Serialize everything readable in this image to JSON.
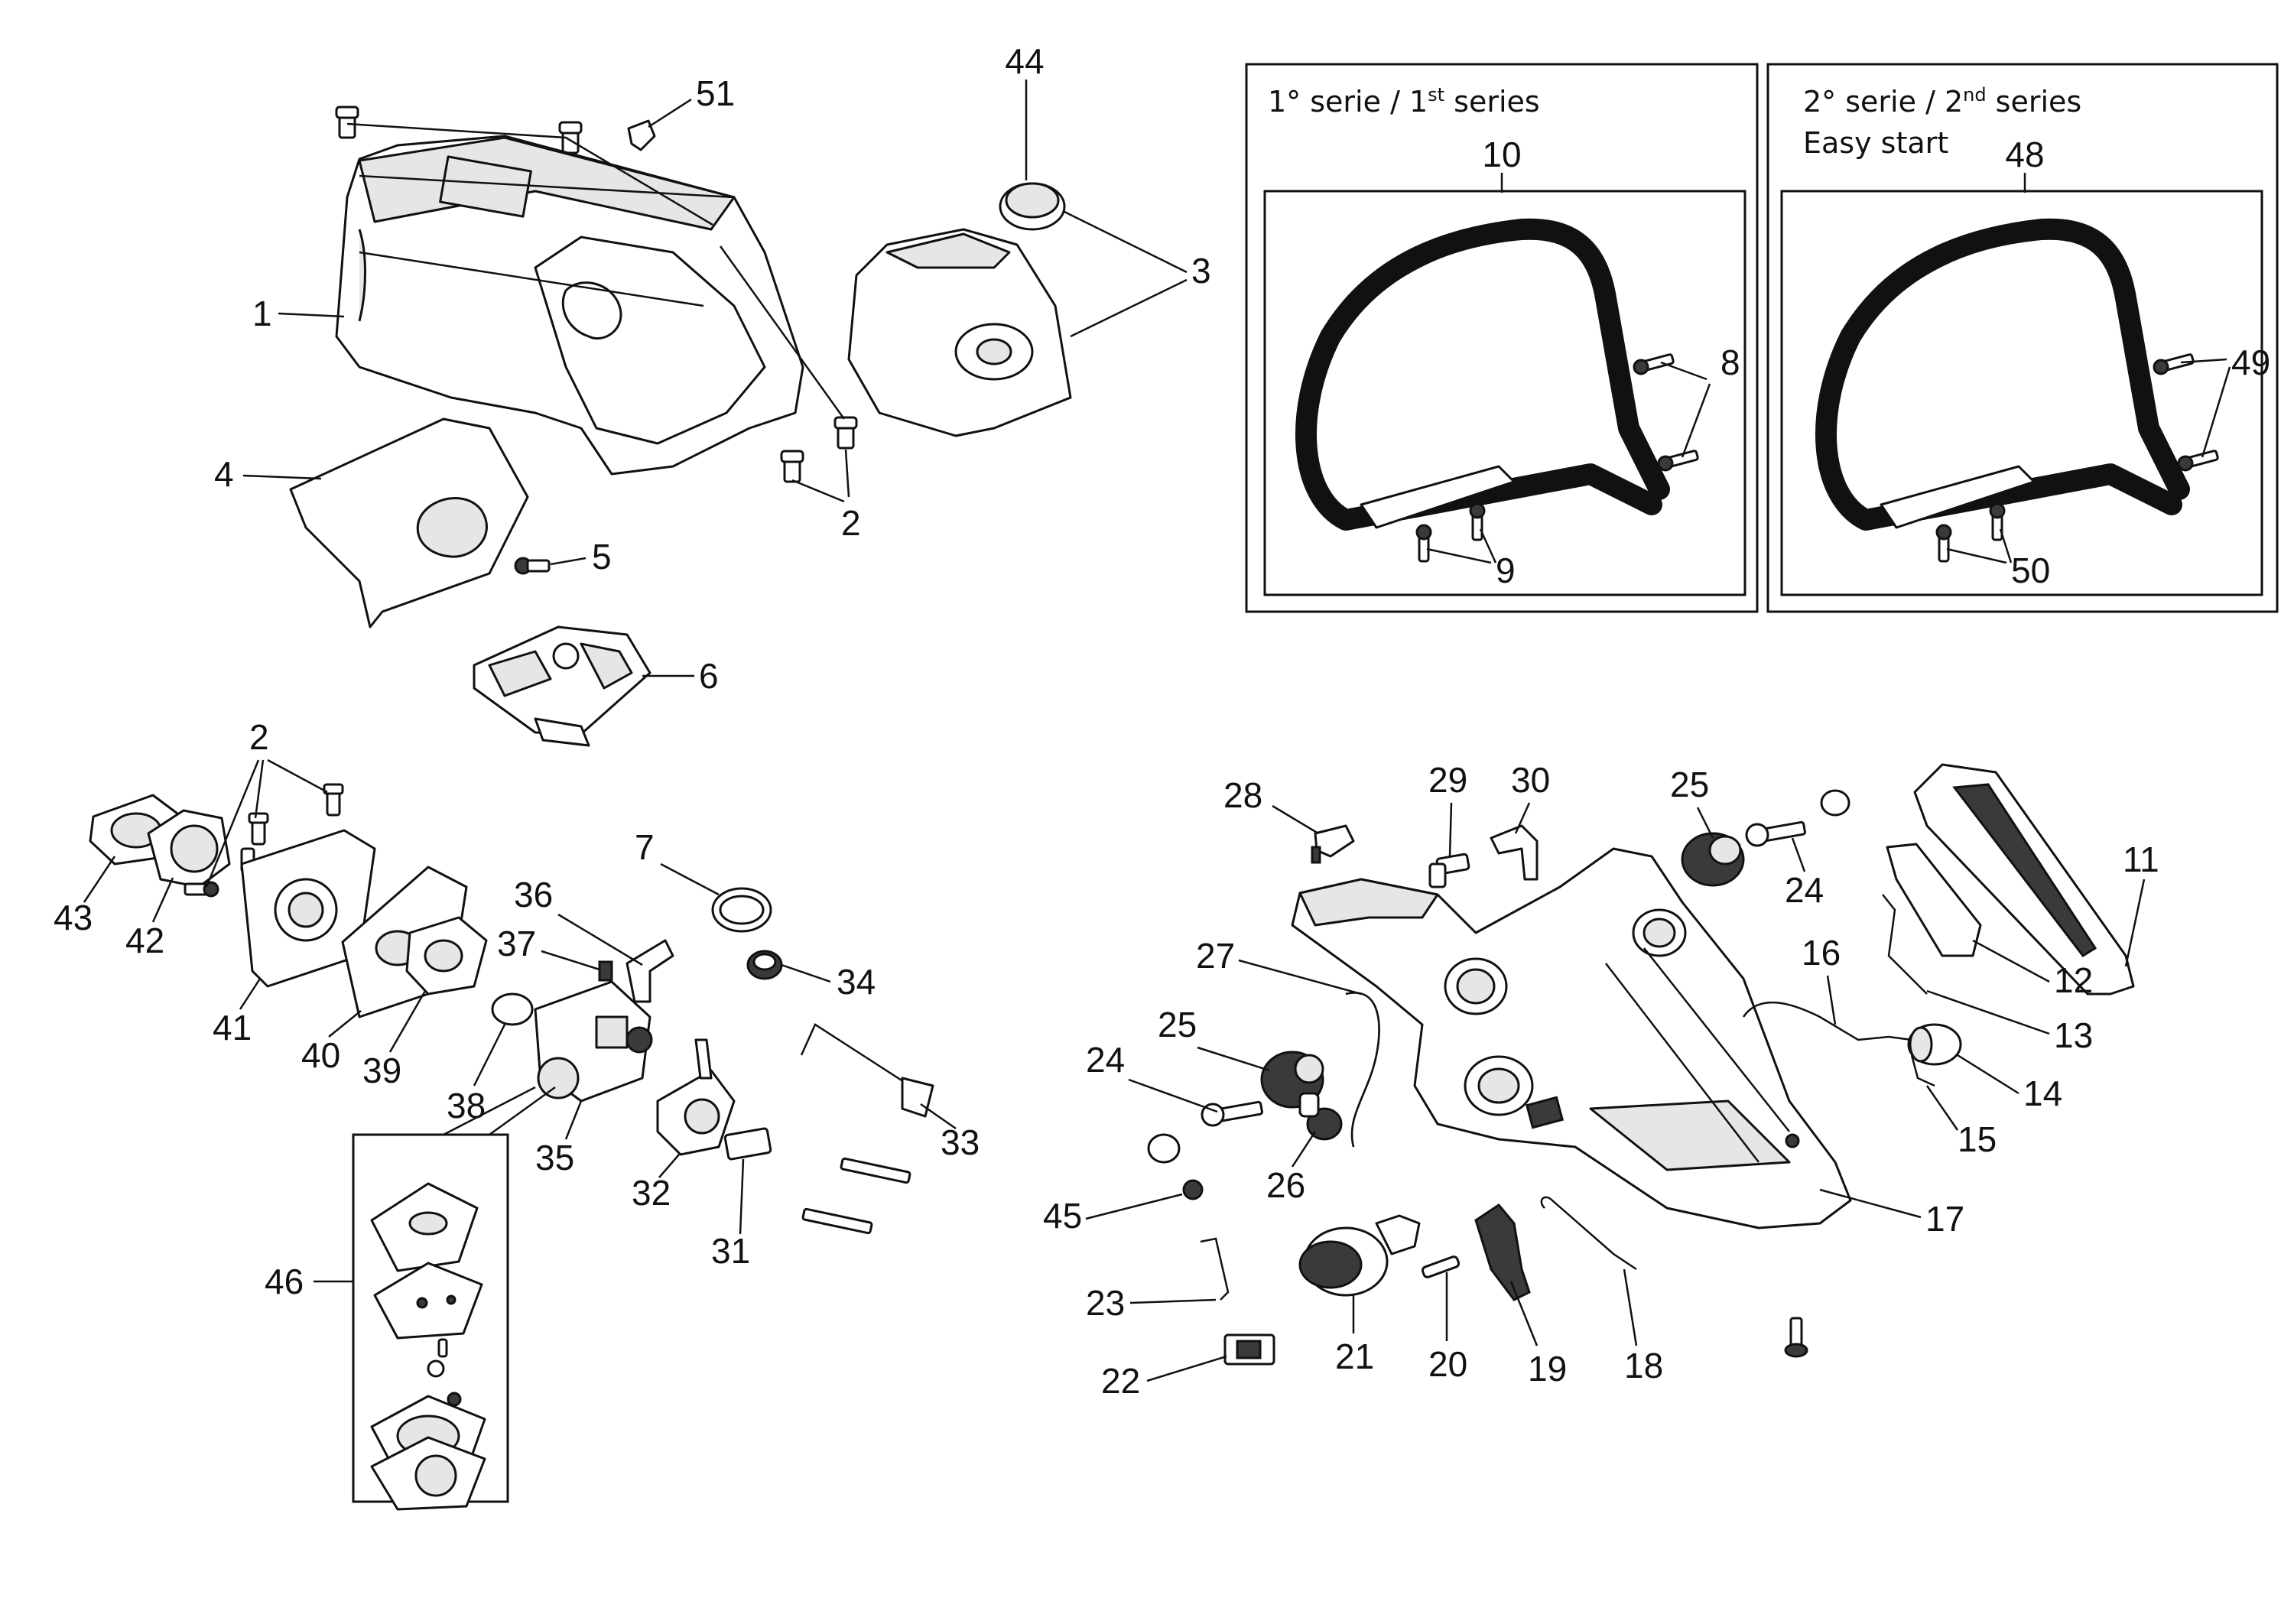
{
  "series_boxes": [
    {
      "label": "1° serie / 1",
      "sup": "st",
      "label_end": " series",
      "subtitle": "",
      "part": "10"
    },
    {
      "label": "2° serie / 2",
      "sup": "nd",
      "label_end": " series",
      "subtitle": "Easy start",
      "part": "48"
    }
  ],
  "callouts": {
    "c1": "1",
    "c2a": "2",
    "c2b": "2",
    "c3": "3",
    "c4": "4",
    "c5": "5",
    "c6": "6",
    "c7": "7",
    "c8": "8",
    "c9": "9",
    "c10": "10",
    "c11": "11",
    "c12": "12",
    "c13": "13",
    "c14": "14",
    "c15": "15",
    "c16": "16",
    "c17": "17",
    "c18": "18",
    "c19": "19",
    "c20": "20",
    "c21": "21",
    "c22": "22",
    "c23": "23",
    "c24a": "24",
    "c24b": "24",
    "c25a": "25",
    "c25b": "25",
    "c26": "26",
    "c27": "27",
    "c28": "28",
    "c29": "29",
    "c30": "30",
    "c31": "31",
    "c32": "32",
    "c33": "33",
    "c34": "34",
    "c35": "35",
    "c36": "36",
    "c37": "37",
    "c38": "38",
    "c39": "39",
    "c40": "40",
    "c41": "41",
    "c42": "42",
    "c43": "43",
    "c44": "44",
    "c45": "45",
    "c46": "46",
    "c48": "48",
    "c49": "49",
    "c50": "50",
    "c51": "51"
  }
}
